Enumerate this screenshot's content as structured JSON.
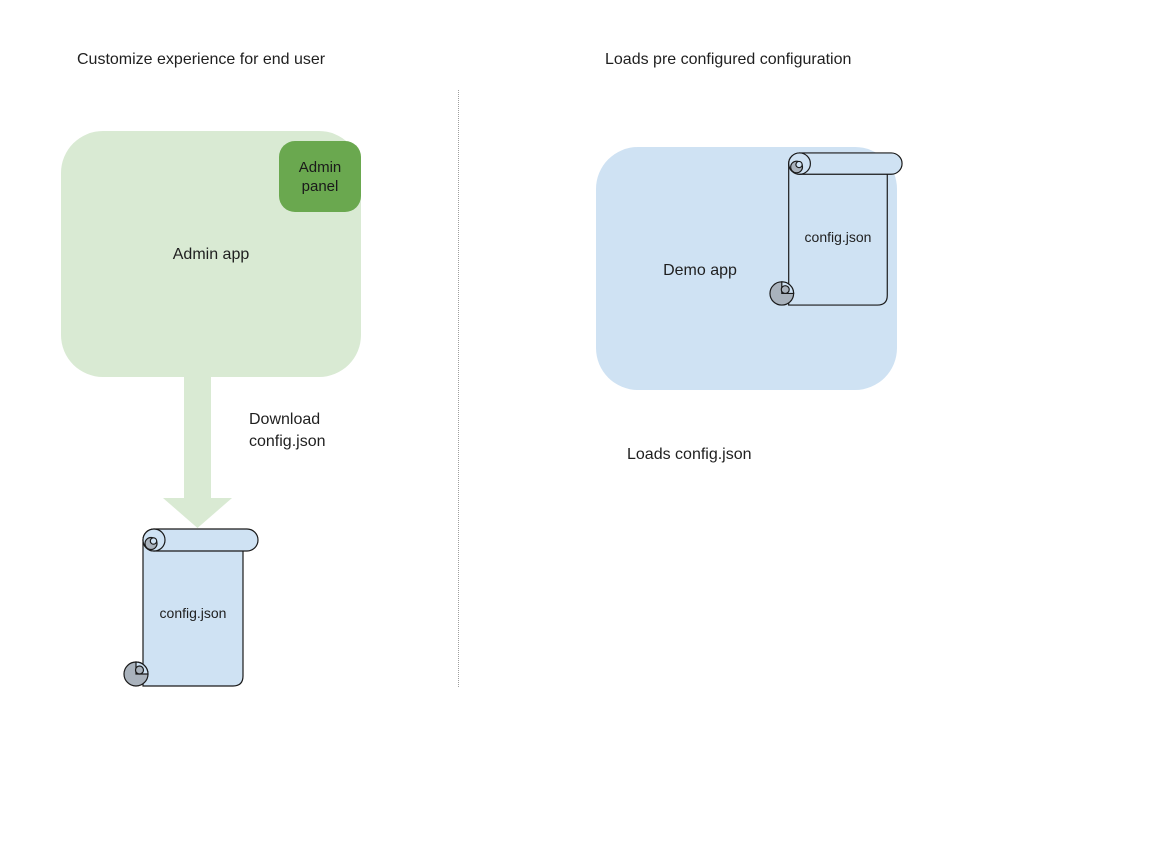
{
  "colors": {
    "light_green": "#d9ead3",
    "green": "#6aa84f",
    "light_blue": "#cfe2f3",
    "curl_gray": "#a9b2bc",
    "outline": "#1a1a1a",
    "text": "#1f1f1f",
    "divider": "#9e9e9e"
  },
  "left": {
    "title": "Customize experience for end user",
    "admin_app_label": "Admin app",
    "admin_panel_label": "Admin panel",
    "download_caption": "Download\nconfig.json",
    "scroll_label": "config.json"
  },
  "right": {
    "title": "Loads pre configured configuration",
    "demo_app_label": "Demo app",
    "scroll_label": "config.json",
    "loads_caption": "Loads config.json"
  }
}
